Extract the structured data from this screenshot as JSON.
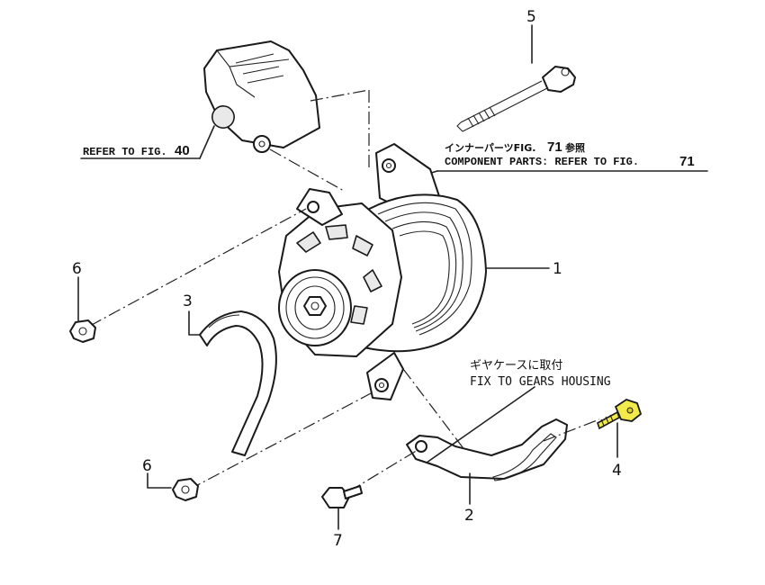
{
  "callouts": {
    "p1": "1",
    "p2": "2",
    "p3": "3",
    "p4": "4",
    "p5": "5",
    "p6a": "6",
    "p6b": "6",
    "p7": "7"
  },
  "notes": {
    "refer_fig40_text": "REFER TO FIG.",
    "refer_fig40_num": "40",
    "component_jp": "インナーパーツFIG.",
    "component_jp_num": "71",
    "component_jp_suffix": "参照",
    "component_en": "COMPONENT PARTS: REFER TO FIG.",
    "component_en_num": "71",
    "fix_jp": "ギヤケースに取付",
    "fix_en": "FIX TO GEARS HOUSING"
  },
  "highlight_color": "#f2ea4a",
  "line_color": "#222222"
}
